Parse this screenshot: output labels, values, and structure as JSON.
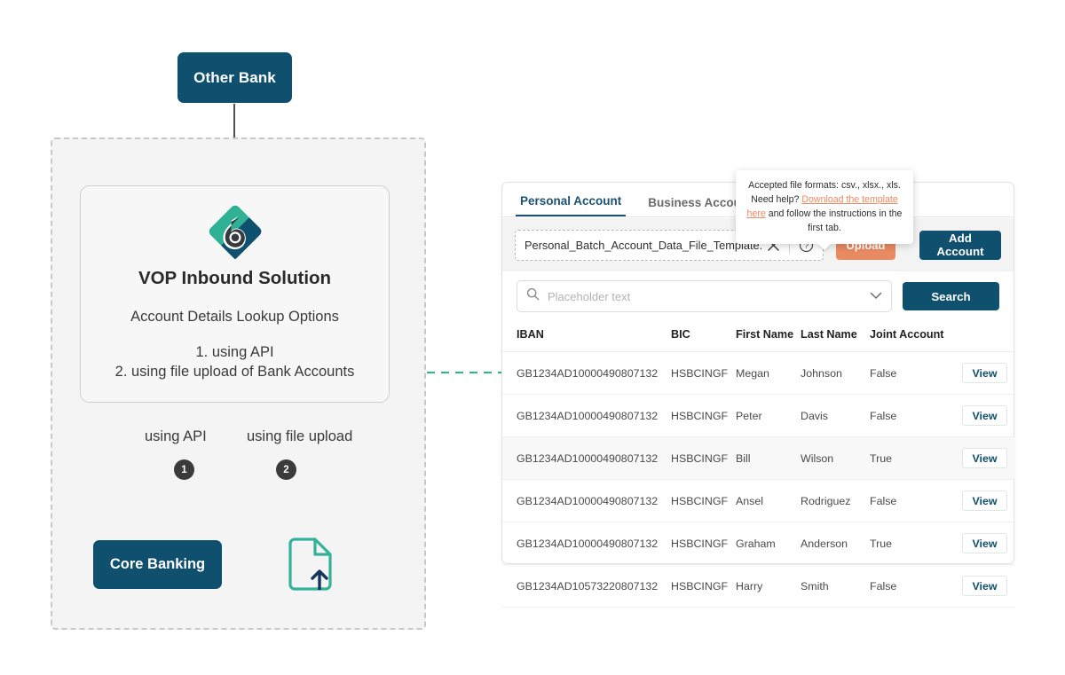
{
  "diagram": {
    "other_bank_label": "Other Bank",
    "card": {
      "title": "VOP Inbound Solution",
      "subtitle": "Account Details Lookup Options",
      "option_1": "1. using API",
      "option_2": "2. using file upload of Bank Accounts",
      "logo_icon": "b-diamond-logo-icon"
    },
    "branch_label_left": "using API",
    "branch_label_right": "using file upload",
    "badge_1": "1",
    "badge_2": "2",
    "core_banking_label": "Core Banking",
    "file_upload_icon": "file-upload-icon",
    "colors": {
      "navy": "#10506f",
      "teal": "#35b19a",
      "badge": "#3b3b3b",
      "zone_border": "#c9c9c9"
    }
  },
  "panel": {
    "tabs": [
      {
        "label": "Personal Account",
        "active": true
      },
      {
        "label": "Business Account",
        "active": false
      }
    ],
    "upload": {
      "file_name": "Personal_Batch_Account_Data_File_Template.csv",
      "clear_icon": "close-x-icon",
      "help_icon": "question-circle-icon",
      "upload_button": "Upload",
      "add_account_button": "Add Account",
      "upload_button_color": "#e98a62",
      "add_account_button_color": "#10506f"
    },
    "tooltip": {
      "line1": "Accepted file formats: csv., xlsx., xls.",
      "line2_prefix": "Need help? ",
      "link1": "Download the template",
      "link2": "here",
      "line2_suffix": " and follow the instructions in the first tab.",
      "link_color": "#e98a62"
    },
    "search": {
      "placeholder": "Placeholder text",
      "value": "",
      "search_icon": "search-icon",
      "dropdown_icon": "chevron-down-icon",
      "search_button": "Search"
    },
    "table": {
      "columns": [
        "IBAN",
        "BIC",
        "First Name",
        "Last Name",
        "Joint Account",
        ""
      ],
      "action_label": "View",
      "rows": [
        {
          "iban": "GB1234AD10000490807132",
          "bic": "HSBCINGF",
          "first_name": "Megan",
          "last_name": "Johnson",
          "joint_account": "False",
          "action": "View"
        },
        {
          "iban": "GB1234AD10000490807132",
          "bic": "HSBCINGF",
          "first_name": "Peter",
          "last_name": "Davis",
          "joint_account": "False",
          "action": "View"
        },
        {
          "iban": "GB1234AD10000490807132",
          "bic": "HSBCINGF",
          "first_name": "Bill",
          "last_name": "Wilson",
          "joint_account": "True",
          "action": "View"
        },
        {
          "iban": "GB1234AD10000490807132",
          "bic": "HSBCINGF",
          "first_name": "Ansel",
          "last_name": "Rodriguez",
          "joint_account": "False",
          "action": "View"
        },
        {
          "iban": "GB1234AD10000490807132",
          "bic": "HSBCINGF",
          "first_name": "Graham",
          "last_name": "Anderson",
          "joint_account": "True",
          "action": "View"
        },
        {
          "iban": "GB1234AD10573220807132",
          "bic": "HSBCINGF",
          "first_name": "Harry",
          "last_name": "Smith",
          "joint_account": "False",
          "action": "View"
        }
      ]
    }
  }
}
